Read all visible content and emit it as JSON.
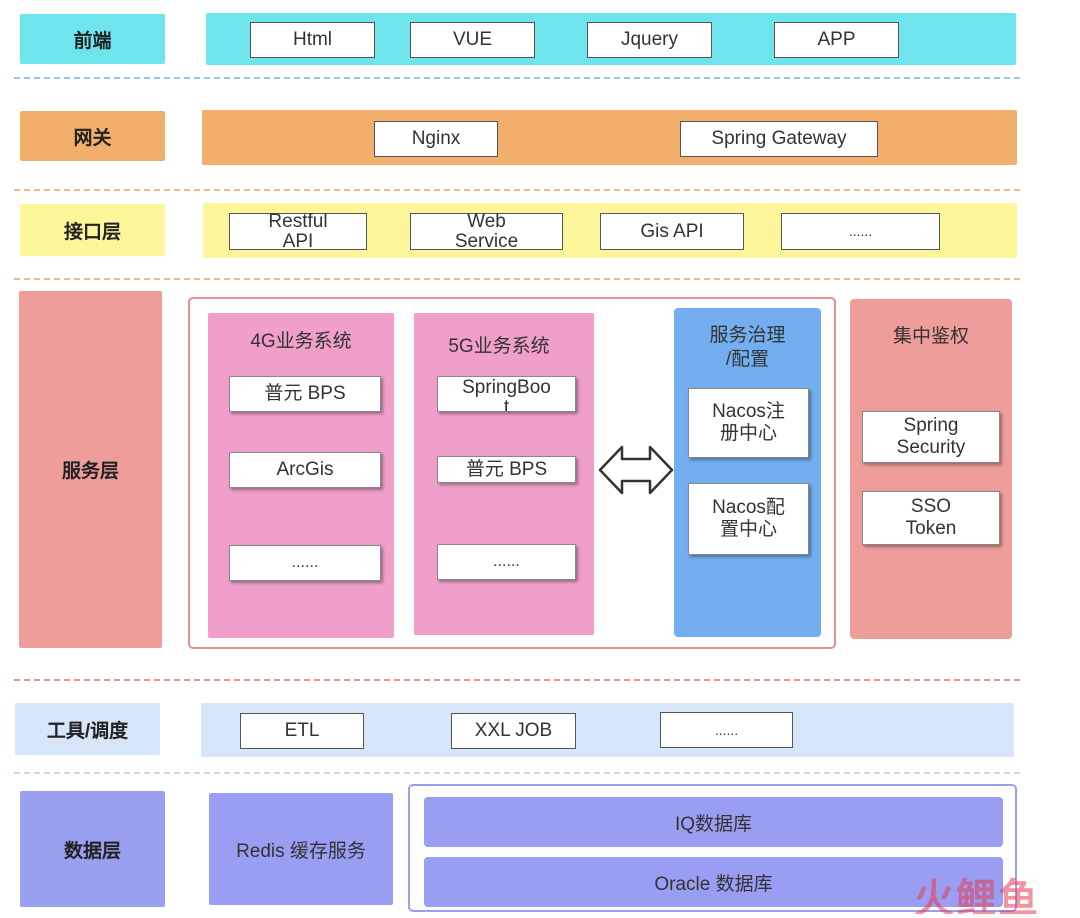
{
  "layers": {
    "frontend": "前端",
    "gateway": "网关",
    "interface": "接口层",
    "service": "服务层",
    "tools": "工具/调度",
    "data": "数据层"
  },
  "frontend_items": [
    "Html",
    "VUE",
    "Jquery",
    "APP"
  ],
  "gateway_items": [
    "Nginx",
    "Spring Gateway"
  ],
  "interface_items": [
    "Restful\nAPI",
    "Web\nService",
    "Gis API",
    "......"
  ],
  "service": {
    "biz4g": {
      "title": "4G业务系统",
      "items": [
        "普元 BPS",
        "ArcGis",
        "......"
      ]
    },
    "biz5g": {
      "title": "5G业务系统",
      "items": [
        "SpringBoo\nt",
        "普元 BPS",
        "......"
      ]
    },
    "governance": {
      "title": "服务治理\n/配置",
      "items": [
        "Nacos注\n册中心",
        "Nacos配\n置中心"
      ]
    },
    "auth": {
      "title": "集中鉴权",
      "items": [
        "Spring\nSecurity",
        "SSO\nToken"
      ]
    }
  },
  "tools_items": [
    "ETL",
    "XXL JOB",
    "......"
  ],
  "data": {
    "redis": "Redis 缓存服务",
    "databases": [
      "IQ数据库",
      "Oracle 数据库"
    ]
  },
  "watermark": "火鲤鱼",
  "colors": {
    "frontend": "#6ee4ec",
    "gateway": "#f2ae6b",
    "interface": "#fdf59a",
    "service": "#ef9d9a",
    "biz": "#ef9fca",
    "governance": "#72aef0",
    "tools": "#d6e6f8",
    "data": "#9aa0ef"
  }
}
